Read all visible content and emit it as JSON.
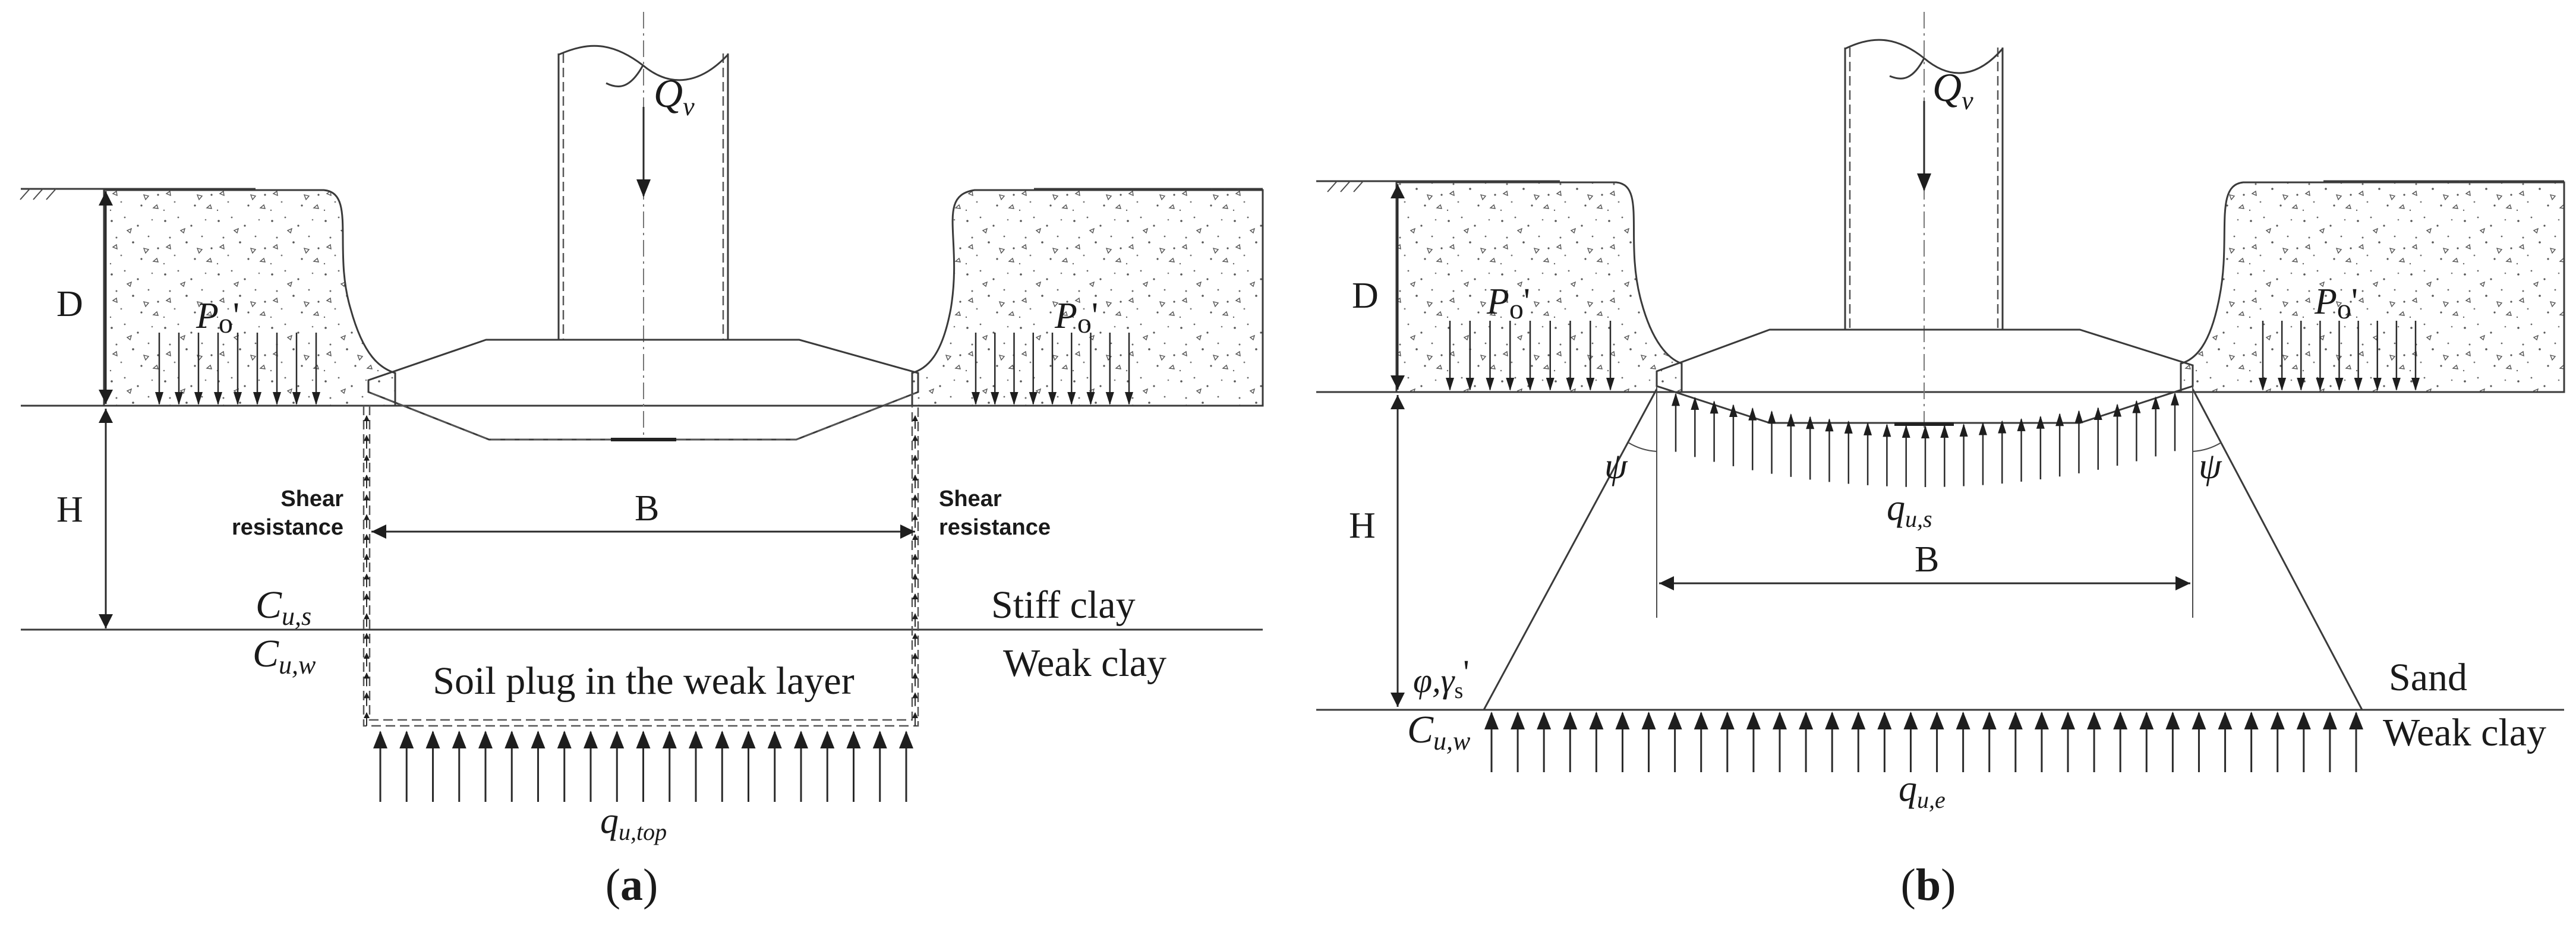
{
  "panel_a": {
    "label_open": "(",
    "label_letter": "a",
    "label_close": ")",
    "Qv": {
      "main": "Q",
      "sub": "v"
    },
    "D": "D",
    "H": "H",
    "B": "B",
    "P0": {
      "main": "P",
      "sub": "o",
      "prime": "'"
    },
    "shear_left": [
      "Shear",
      "resistance"
    ],
    "shear_right": [
      "Shear",
      "resistance"
    ],
    "Cus": {
      "main": "C",
      "sub": "u,s"
    },
    "Cuw": {
      "main": "C",
      "sub": "u,w"
    },
    "stiff_clay": "Stiff clay",
    "weak_clay": "Weak clay",
    "soil_plug": "Soil plug in the weak layer",
    "q_top": {
      "main": "q",
      "sub": "u,top"
    }
  },
  "panel_b": {
    "label_open": "(",
    "label_letter": "b",
    "label_close": ")",
    "Qv": {
      "main": "Q",
      "sub": "v"
    },
    "D": "D",
    "H": "H",
    "B": "B",
    "P0": {
      "main": "P",
      "sub": "o",
      "prime": "'"
    },
    "psi": "ψ",
    "q_us": {
      "main": "q",
      "sub": "u,s"
    },
    "phi_gamma": {
      "phi": "φ,γ",
      "sub": "s",
      "prime": "'"
    },
    "Cuw": {
      "main": "C",
      "sub": "u,w"
    },
    "sand": "Sand",
    "weak_clay": "Weak clay",
    "q_ue": {
      "main": "q",
      "sub": "u,e"
    }
  },
  "colors": {
    "line": "#3a3a3a",
    "background": "#ffffff"
  }
}
